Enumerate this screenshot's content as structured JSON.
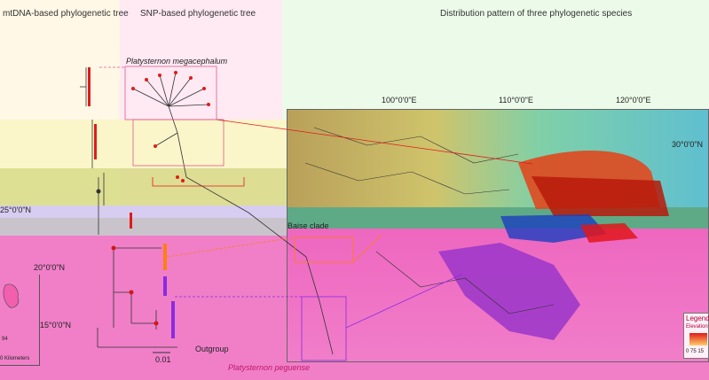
{
  "headers": {
    "mtdna": "mtDNA-based phylogenetic tree",
    "snp": "SNP-based phylogenetic tree",
    "dist": "Distribution pattern of three phylogenetic species"
  },
  "species": {
    "megacephalum": "Platysternon megacephalum",
    "peguense": "Platysternon peguense"
  },
  "clade": {
    "baise": "Baise clade"
  },
  "outgroup": "Outgroup",
  "scale": {
    "value": "0.01"
  },
  "map": {
    "longitudes": [
      "100°0'0\"E",
      "110°0'0\"E",
      "120°0'0\"E"
    ],
    "lat_30": "30°0'0\"N",
    "lat_25": "25°0'0\"N",
    "lat_20": "20°0'0\"N",
    "lat_15": "15°0'0\"N",
    "legend_title": "Legend",
    "legend_sub": "Elevation",
    "legend_ticks": "0  75 15",
    "inset_code": "94",
    "inset_km": "0 Kilometers"
  },
  "colors": {
    "mtdna_bg": "#fff8e6",
    "snp_bg": "#ffe4f0",
    "dist_bg": "#e6fbe6",
    "red_clade": "#e01b1b",
    "orange_clade": "#ff7f0e",
    "purple_clade": "#8a2be2"
  }
}
